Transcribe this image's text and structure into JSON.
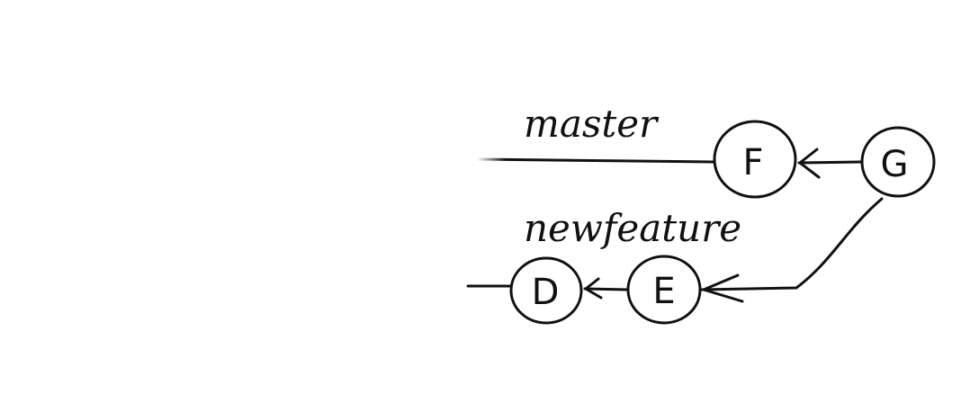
{
  "diagram": {
    "branches": {
      "master": "master",
      "newfeature": "newfeature"
    },
    "nodes": {
      "d": "D",
      "e": "E",
      "f": "F",
      "g": "G"
    },
    "colors": {
      "ink": "#111111",
      "background": "#ffffff"
    }
  }
}
